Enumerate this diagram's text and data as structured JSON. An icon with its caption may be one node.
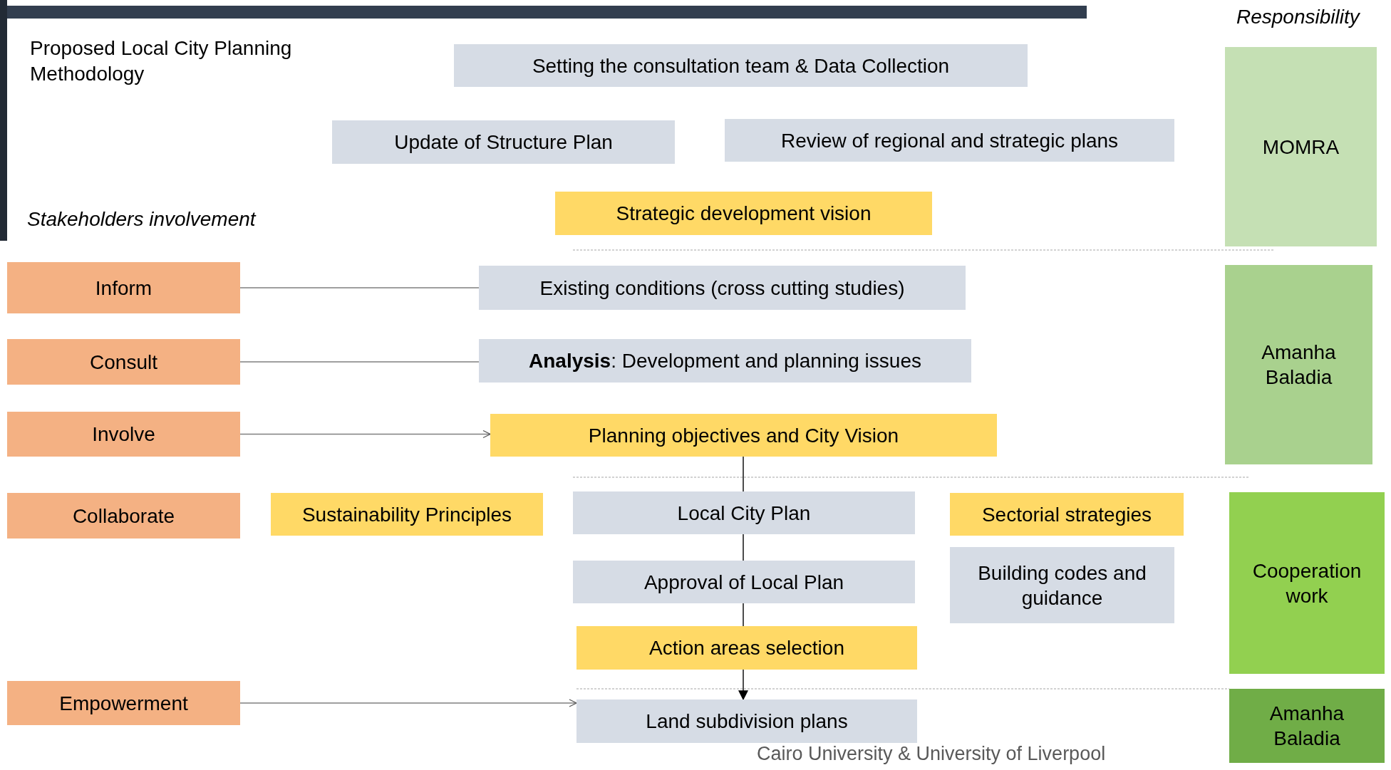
{
  "diagram": {
    "title": "Proposed Local City Planning Methodology",
    "nodes": [
      {
        "text": [
          "Setting the consultation team & Data Collection"
        ]
      },
      {
        "text": [
          "Update of Structure Plan"
        ]
      },
      {
        "text": [
          "Review of regional and strategic plans"
        ]
      },
      {
        "text": [
          "Strategic development vision"
        ]
      },
      {
        "text": [
          "Inform"
        ]
      },
      {
        "text": [
          "Existing conditions (cross cutting studies)"
        ]
      },
      {
        "text": [
          "Consult"
        ]
      },
      {
        "text": [
          "**Analysis**: Development and planning issues"
        ]
      },
      {
        "text": [
          "Involve"
        ]
      },
      {
        "text": [
          "Planning objectives and City Vision"
        ]
      },
      {
        "text": [
          "Collaborate"
        ]
      },
      {
        "text": [
          "Sustainability Principles"
        ]
      },
      {
        "text": [
          "Local City Plan"
        ]
      },
      {
        "text": [
          "Sectorial strategies"
        ]
      },
      {
        "text": [
          "Approval of Local Plan"
        ]
      },
      {
        "text": [
          "Building codes and guidance"
        ]
      },
      {
        "text": [
          "Action areas selection"
        ]
      },
      {
        "text": [
          "Empowerment"
        ]
      },
      {
        "text": [
          "Land subdivision plans"
        ]
      },
      {
        "text": [
          "MOMRA"
        ]
      },
      {
        "text": [
          "Amanha Baladia"
        ]
      },
      {
        "text": [
          "Cooperation work"
        ]
      },
      {
        "text": [
          "Amanha Baladia"
        ]
      }
    ],
    "edges": [
      {
        "from": 4,
        "to": 5,
        "arrow": "none"
      },
      {
        "from": 6,
        "to": 7,
        "arrow": "none"
      },
      {
        "from": 8,
        "to": 9,
        "arrow": "to"
      },
      {
        "from": 17,
        "to": 18,
        "arrow": "to"
      },
      {
        "from": 9,
        "to": 12,
        "arrow": "none",
        "color": "#000000"
      },
      {
        "from": 12,
        "to": 14,
        "arrow": "none",
        "color": "#000000"
      },
      {
        "from": 14,
        "to": 16,
        "arrow": "none",
        "color": "#000000"
      },
      {
        "from": 16,
        "to": 18,
        "arrow": "to",
        "color": "#000000"
      }
    ],
    "labels": [
      "Responsibility",
      "Stakeholders involvement",
      "Cairo University & University of Liverpool"
    ]
  }
}
